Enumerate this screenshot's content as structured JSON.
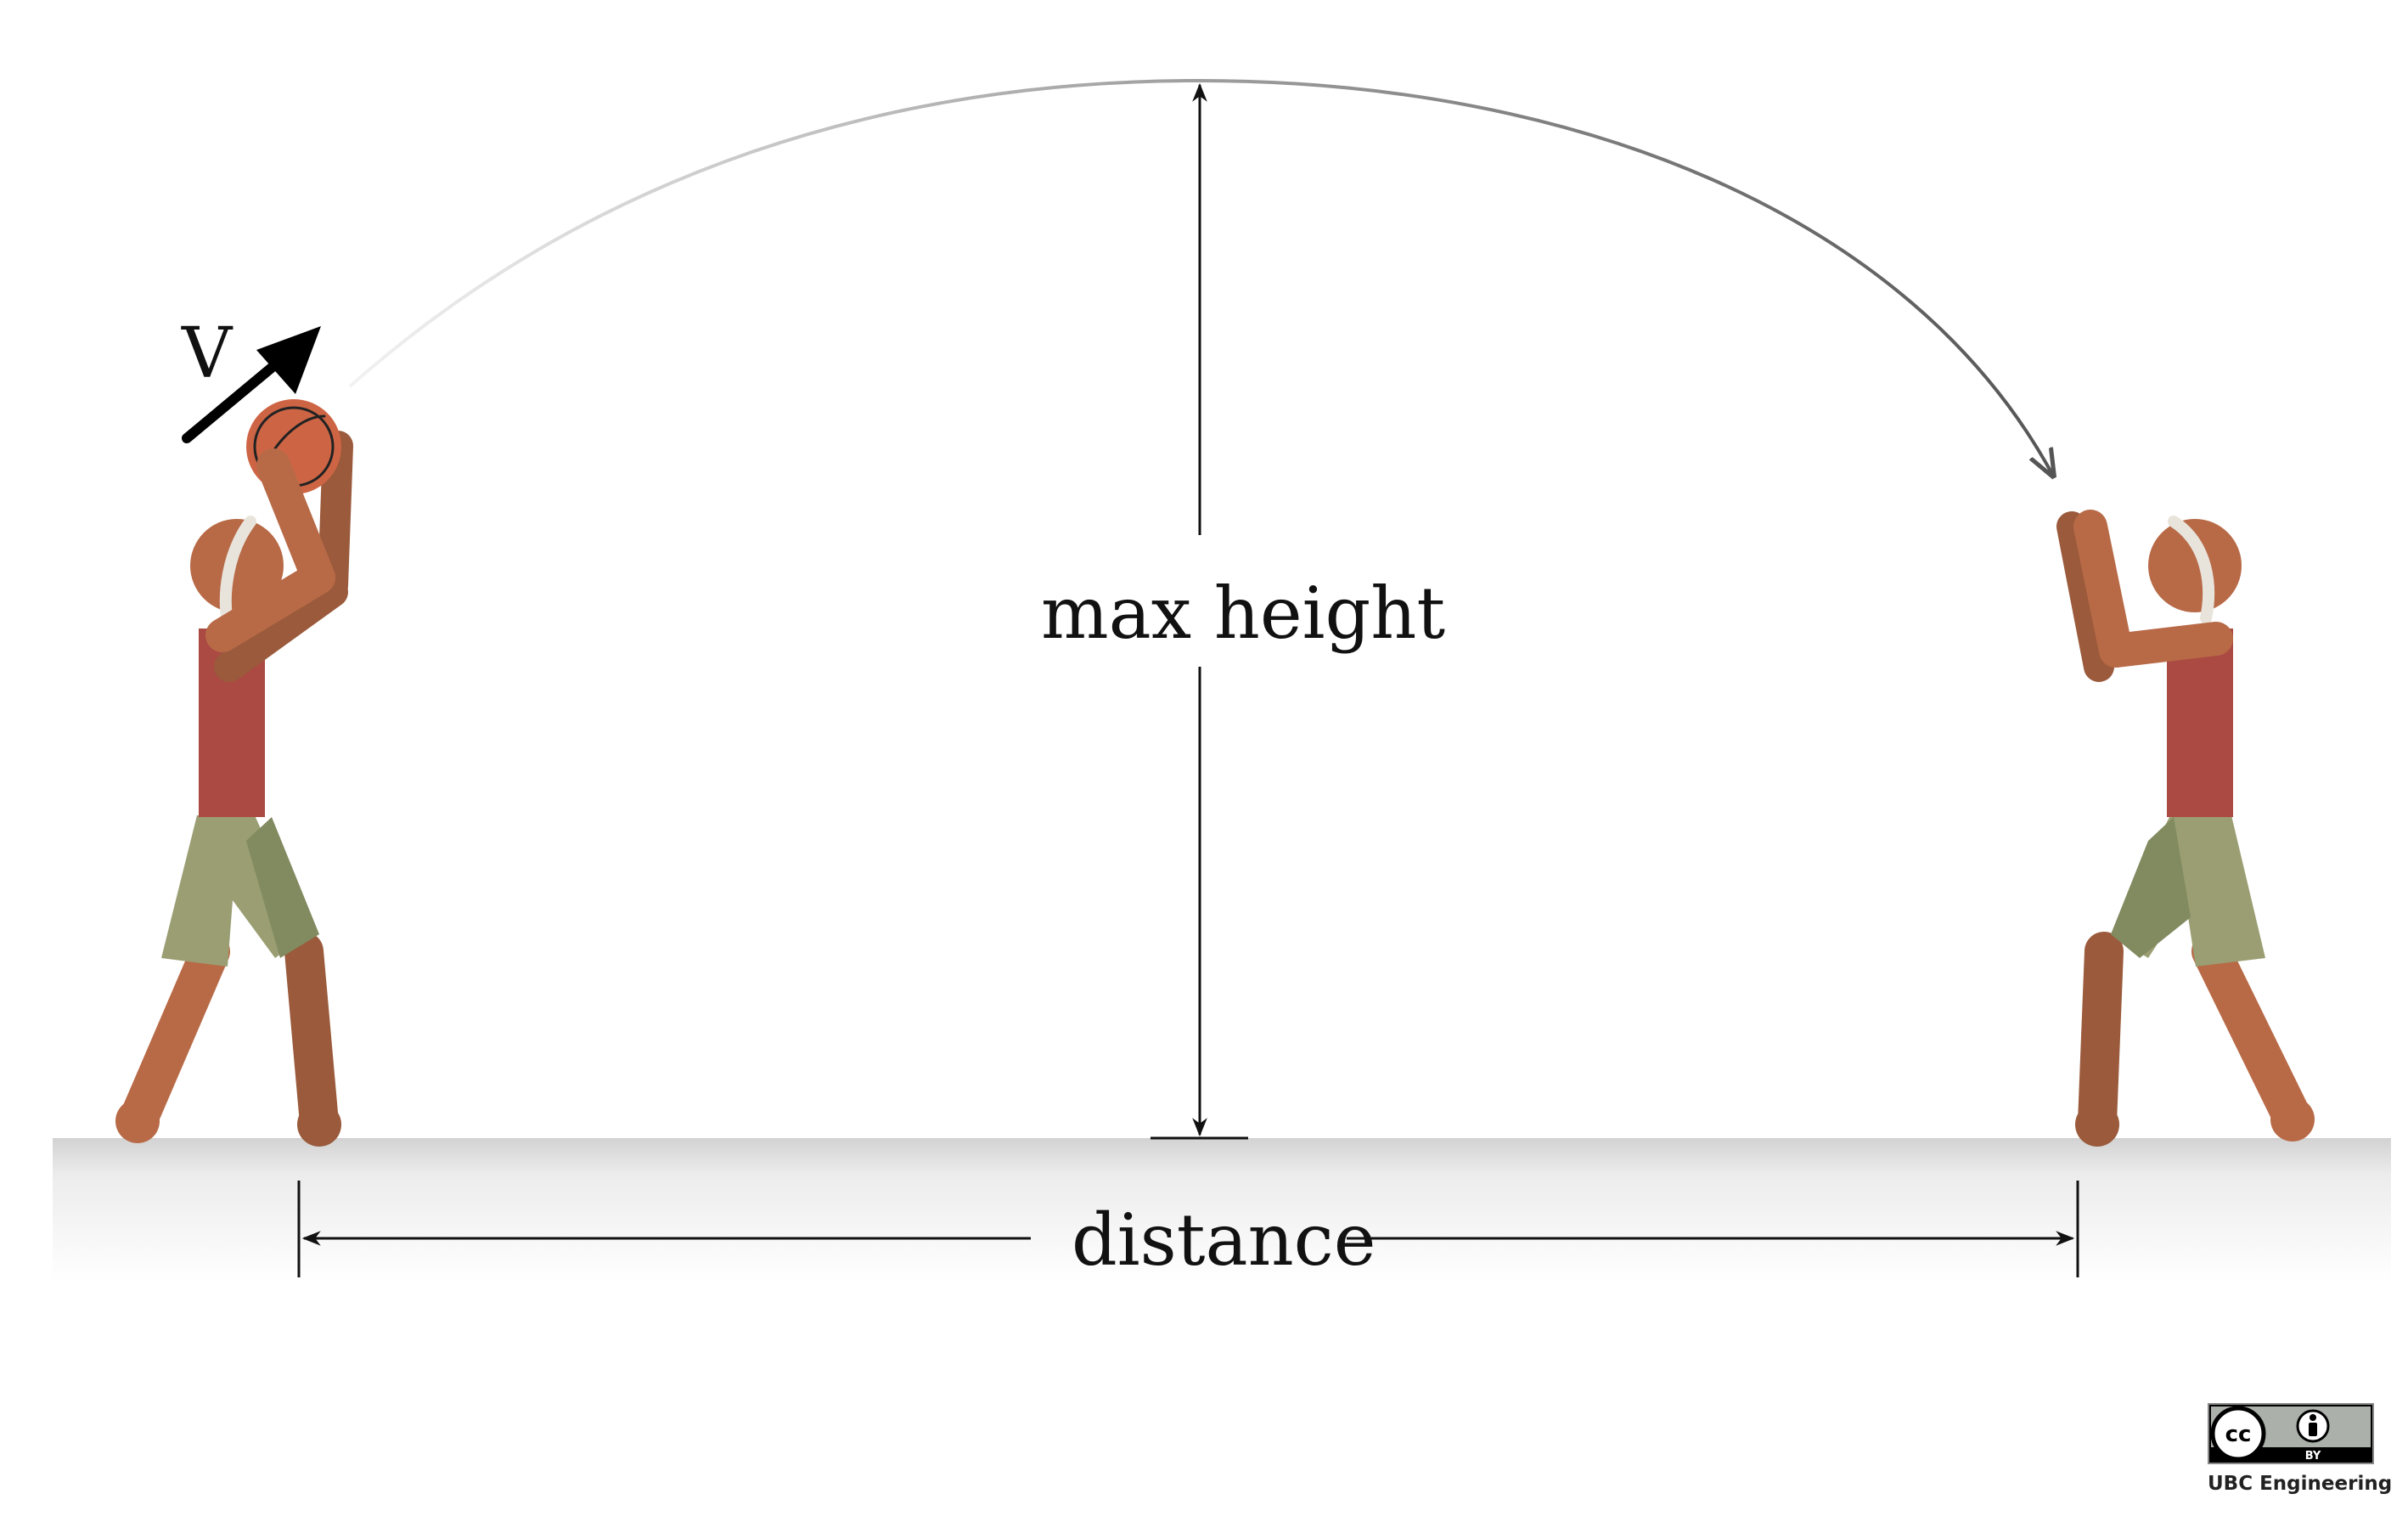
{
  "labels": {
    "velocity": "V",
    "max_height": "max height",
    "distance": "distance"
  },
  "license": {
    "badge_left": "cc",
    "badge_right": "BY",
    "credit": "UBC Engineering"
  },
  "colors": {
    "skin": "#b86a47",
    "skin_dark": "#9a5a3b",
    "shirt": "#ab4a43",
    "shorts": "#9a9e72",
    "shorts_dark": "#828a60",
    "ball": "#cd6545",
    "headband": "#e8e4dc",
    "ground_top": "#d6d6d6",
    "arc_end": "#555555"
  },
  "icons": [
    "basketball-icon",
    "creative-commons-icon",
    "attribution-person-icon"
  ]
}
